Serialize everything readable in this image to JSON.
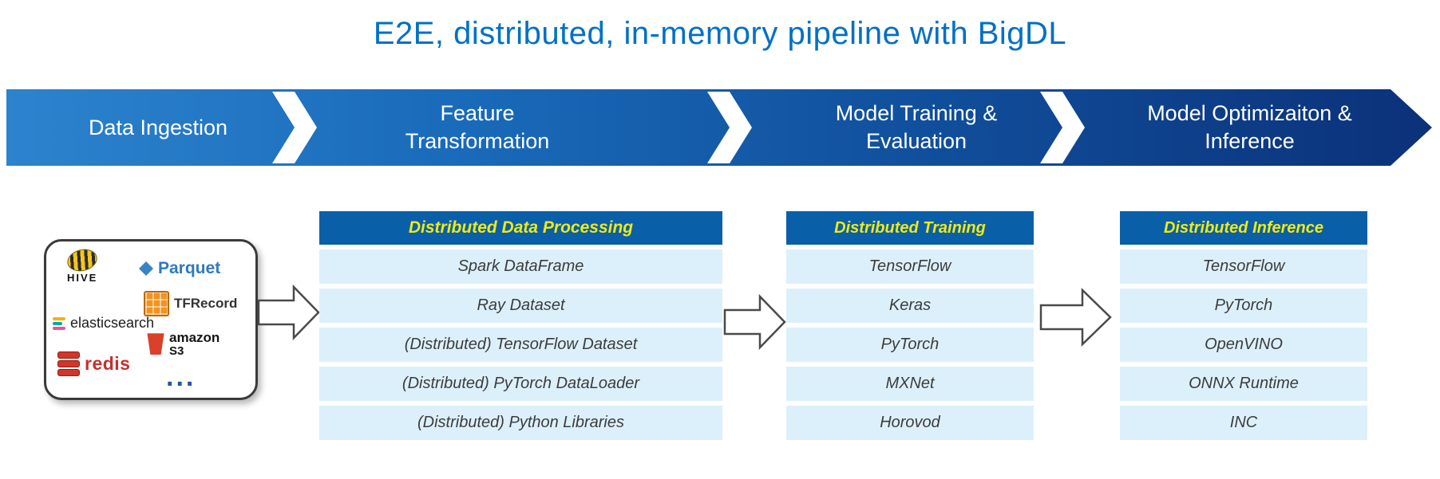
{
  "title": "E2E, distributed, in-memory pipeline with BigDL",
  "stages": [
    {
      "line1": "Data Ingestion",
      "line2": ""
    },
    {
      "line1": "Feature",
      "line2": "Transformation"
    },
    {
      "line1": "Model Training &",
      "line2": "Evaluation"
    },
    {
      "line1": "Model Optimizaiton &",
      "line2": "Inference"
    }
  ],
  "ingestion": {
    "hive_label": "HIVE",
    "parquet_label": "Parquet",
    "elasticsearch_label": "elasticsearch",
    "tfrecord_label": "TFRecord",
    "redis_label": "redis",
    "amazon_label": "amazon",
    "s3_label": "S3",
    "more_label": "..."
  },
  "tables": [
    {
      "header": "Distributed Data Processing",
      "rows": [
        "Spark DataFrame",
        "Ray Dataset",
        "(Distributed) TensorFlow Dataset",
        "(Distributed) PyTorch DataLoader",
        "(Distributed) Python Libraries"
      ]
    },
    {
      "header": "Distributed Training",
      "rows": [
        "TensorFlow",
        "Keras",
        "PyTorch",
        "MXNet",
        "Horovod"
      ]
    },
    {
      "header": "Distributed Inference",
      "rows": [
        "TensorFlow",
        "PyTorch",
        "OpenVINO",
        "ONNX Runtime",
        "INC"
      ]
    }
  ],
  "colors": {
    "title": "#0070c5",
    "banner_gradient_start": "#2d83cd",
    "banner_gradient_end": "#0b3179",
    "table_header_bg": "#0a5fa9",
    "table_header_text": "#f2ea10",
    "table_row_bg": "#dcf0fb",
    "table_row_text": "#3c3c3c"
  }
}
